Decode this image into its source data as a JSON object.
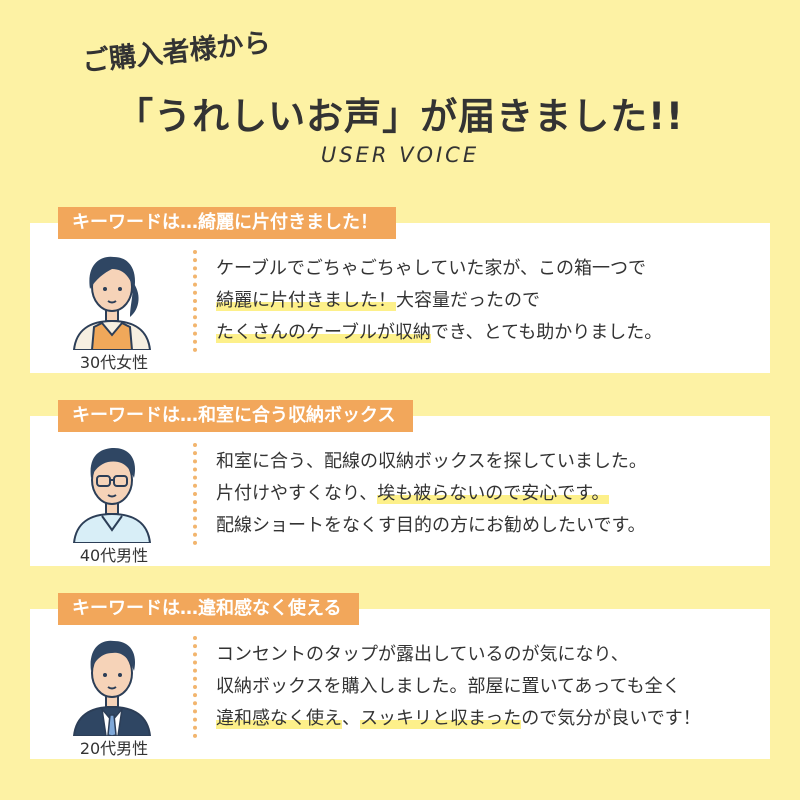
{
  "header": {
    "line1": "ご購入者様から",
    "line2": "「うれしいお声」が届きました!!",
    "line3": "USER VOICE"
  },
  "colors": {
    "background": "#fdf2a4",
    "tag": "#f2a75b",
    "highlight": "#fdf08a",
    "divider": "#f2b56e"
  },
  "voices": [
    {
      "tag": "キーワードは…綺麗に片付きました！",
      "age": "30代女性",
      "avatar_icon": "woman-apron-icon",
      "lines": [
        [
          {
            "t": "ケーブルでごちゃごちゃしていた家が、この箱一つで",
            "h": false
          }
        ],
        [
          {
            "t": "綺麗に片付きました！",
            "h": true
          },
          {
            "t": "大容量だったので",
            "h": false
          }
        ],
        [
          {
            "t": "たくさんのケーブルが収納",
            "h": true
          },
          {
            "t": "でき、とても助かりました。",
            "h": false
          }
        ]
      ]
    },
    {
      "tag": "キーワードは…和室に合う収納ボックス",
      "age": "40代男性",
      "avatar_icon": "man-glasses-icon",
      "lines": [
        [
          {
            "t": "和室に合う、配線の収納ボックスを探していました。",
            "h": false
          }
        ],
        [
          {
            "t": "片付けやすくなり、",
            "h": false
          },
          {
            "t": "埃も被らないので安心です。",
            "h": true
          }
        ],
        [
          {
            "t": "配線ショートをなくす目的の方にお勧めしたいです。",
            "h": false
          }
        ]
      ]
    },
    {
      "tag": "キーワードは…違和感なく使える",
      "age": "20代男性",
      "avatar_icon": "man-suit-icon",
      "lines": [
        [
          {
            "t": "コンセントのタップが露出しているのが気になり、",
            "h": false
          }
        ],
        [
          {
            "t": "収納ボックスを購入しました。部屋に置いてあっても全く",
            "h": false
          }
        ],
        [
          {
            "t": "違和感なく使え",
            "h": true
          },
          {
            "t": "、",
            "h": false
          },
          {
            "t": "スッキリと収まった",
            "h": true
          },
          {
            "t": "ので気分が良いです！",
            "h": false
          }
        ]
      ]
    }
  ]
}
